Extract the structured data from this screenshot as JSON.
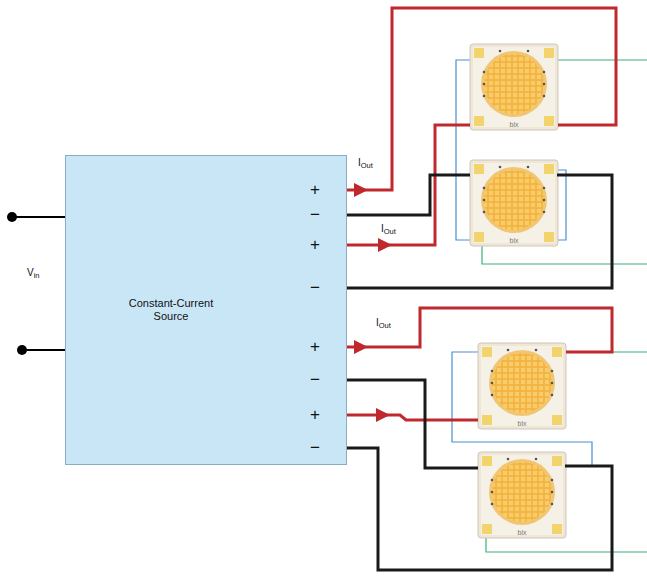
{
  "diagram": {
    "nodes": [
      {
        "text": [
          "Constant-Current Source"
        ]
      },
      {
        "text": [
          "blx"
        ]
      },
      {
        "text": [
          "blx"
        ]
      },
      {
        "text": [
          "blx"
        ]
      },
      {
        "text": [
          "blx"
        ]
      }
    ],
    "edges": [
      {
        "from": 0,
        "to": 1,
        "arrow": "none"
      },
      {
        "from": 0,
        "to": 2,
        "arrow": "none"
      },
      {
        "from": 0,
        "to": 3,
        "arrow": "none"
      },
      {
        "from": 0,
        "to": 4,
        "arrow": "none"
      }
    ],
    "labels": [
      "Vin",
      "IOut",
      "IOut",
      "IOut",
      "+",
      "−",
      "+",
      "−",
      "+",
      "−",
      "+",
      "−"
    ]
  }
}
